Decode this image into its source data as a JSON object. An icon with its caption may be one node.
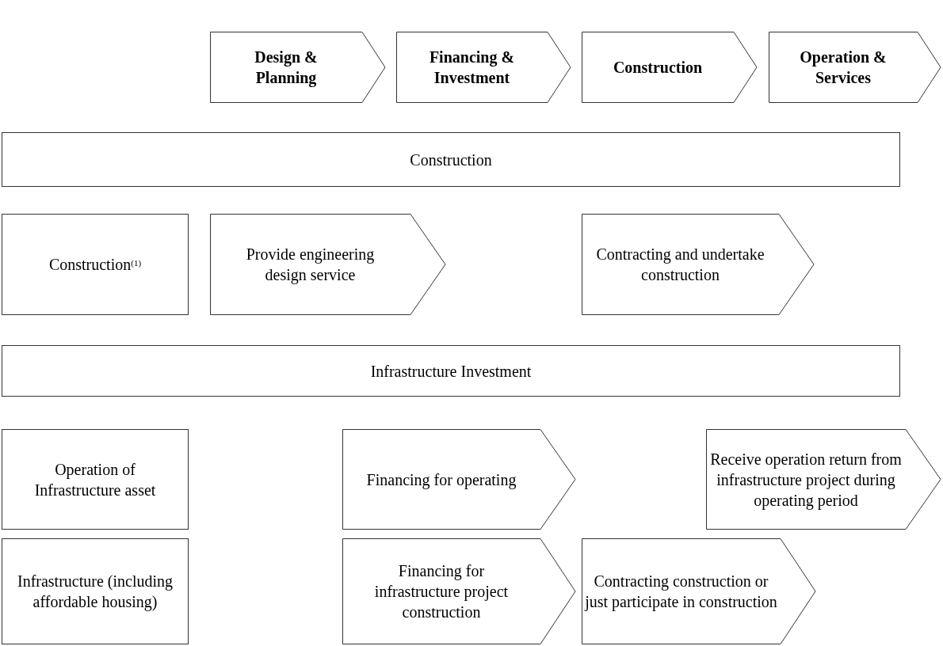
{
  "diagram": {
    "nodes": [
      {
        "text": [
          "Design & Planning"
        ]
      },
      {
        "text": [
          "Financing & Investment"
        ]
      },
      {
        "text": [
          "Construction"
        ]
      },
      {
        "text": [
          "Operation & Services"
        ]
      },
      {
        "text": [
          "Construction"
        ]
      },
      {
        "text": [
          "Construction$^{(1)}$"
        ]
      },
      {
        "text": [
          "Provide engineering design service"
        ]
      },
      {
        "text": [
          "Contracting and undertake construction"
        ]
      },
      {
        "text": [
          "Infrastructure Investment"
        ]
      },
      {
        "text": [
          "Operation of Infrastructure asset"
        ]
      },
      {
        "text": [
          "Financing for operating"
        ]
      },
      {
        "text": [
          "Receive operation return from infrastructure project during operating period"
        ]
      },
      {
        "text": [
          "Infrastructure (including affordable housing)"
        ]
      },
      {
        "text": [
          "Financing for infrastructure project construction"
        ]
      },
      {
        "text": [
          "Contracting construction or just participate in construction"
        ]
      }
    ]
  }
}
